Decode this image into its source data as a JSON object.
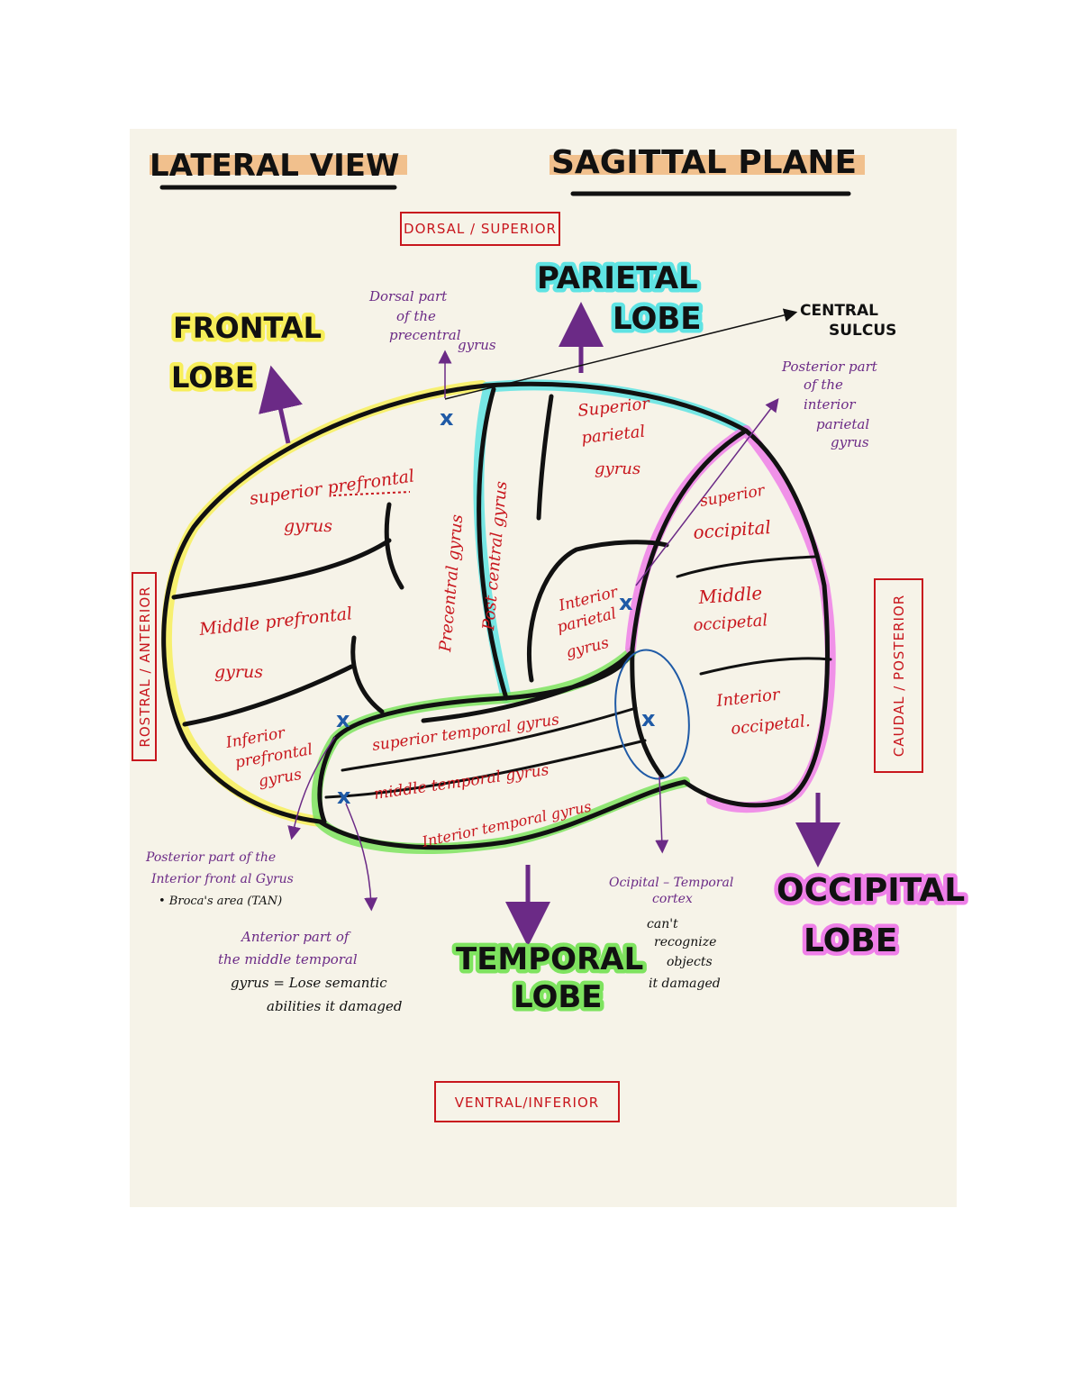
{
  "headers": {
    "lateral_view": "LATERAL VIEW",
    "sagittal_plane": "SAGITTAL PLANE"
  },
  "directions": {
    "dorsal": "DORSAL / SUPERIOR",
    "ventral": "VENTRAL/INFERIOR",
    "rostral": "ROSTRAL / ANTERIOR",
    "caudal": "CAUDAL / POSTERIOR"
  },
  "lobes": {
    "frontal": [
      "FRONTAL",
      "LOBE"
    ],
    "parietal": [
      "PARIETAL",
      "LOBE"
    ],
    "temporal": [
      "TEMPORAL",
      "LOBE"
    ],
    "occipital": [
      "OCCIPITAL",
      "LOBE"
    ]
  },
  "central_sulcus": [
    "CENTRAL",
    "SULCUS"
  ],
  "gyri": {
    "superior_prefrontal": [
      "superior prefrontal",
      "gyrus"
    ],
    "middle_prefrontal": [
      "Middle prefrontal",
      "gyrus"
    ],
    "inferior_prefrontal": [
      "Inferior",
      "prefrontal",
      "gyrus"
    ],
    "precentral": "Precentral gyrus",
    "postcentral": "Post central gyrus",
    "superior_parietal": [
      "Superior",
      "parietal",
      "gyrus"
    ],
    "inferior_parietal": [
      "Interior",
      "parietal",
      "gyrus"
    ],
    "superior_occipital": [
      "superior",
      "occipital"
    ],
    "middle_occipital": [
      "Middle",
      "occipetal"
    ],
    "inferior_occipital": [
      "Interior",
      "occipetal."
    ],
    "superior_temporal": "superior temporal gyrus",
    "middle_temporal": "middle temporal gyrus",
    "inferior_temporal": "Interior temporal gyrus"
  },
  "annotations": {
    "dorsal_precentral": [
      "Dorsal part",
      "of the",
      "precentral",
      "gyrus"
    ],
    "posterior_parietal": [
      "Posterior part",
      "of the",
      "interior",
      "parietal",
      "gyrus"
    ],
    "broca": [
      "Posterior part of the",
      "Interior front al Gyrus",
      "• Broca's area (TAN)"
    ],
    "anterior_temporal": [
      "Anterior part of",
      "the middle temporal",
      "gyrus = Lose semantic",
      "abilities it damaged"
    ],
    "occipito_temporal": [
      "Ocipital – Temporal",
      "cortex"
    ],
    "occipito_temporal_note": [
      "can't",
      "recognize",
      "objects",
      "it damaged"
    ]
  },
  "marker": "x",
  "colors": {
    "background": "#f6f3e8",
    "frontal": "#f7ee5a",
    "parietal": "#5fe3e3",
    "temporal": "#7ee35f",
    "occipital": "#ee7fe8",
    "header_highlight": "#f1c08d",
    "red_text": "#c8161d",
    "purple_text": "#6b2a86",
    "marker": "#1f5aa6"
  }
}
